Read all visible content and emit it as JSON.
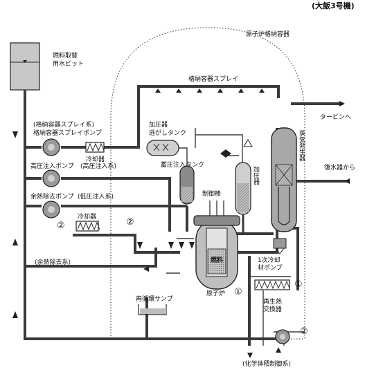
{
  "plant": {
    "title": "(大飯3号機)"
  },
  "containment": {
    "label": "原子炉格納容器",
    "spray": "格納容器スプレイ"
  },
  "fuel_pool": {
    "line1": "燃料取替",
    "line2": "用水ピット"
  },
  "csp": {
    "line1": "(格納容器スプレイ系)",
    "line2": "格納容器スプレイポンプ",
    "cooler": "冷却器"
  },
  "hpi": {
    "pump": "高圧注入ポンプ",
    "system": "(高圧注入系)"
  },
  "rhr": {
    "pump": "余熱除去ポンプ",
    "system": "(低圧注入系)",
    "cooler": "冷却器",
    "loop": "(余熱除去系)"
  },
  "pzr_tank": {
    "line1": "加圧器",
    "line2": "逃がしタンク"
  },
  "accum": {
    "label": "蓄圧注入タンク"
  },
  "pressurizer": {
    "label": "加圧器"
  },
  "control_rod": {
    "label": "制御棒"
  },
  "reactor": {
    "fuel": "燃料",
    "vessel": "原子炉"
  },
  "sg": {
    "label": "蒸気発生器"
  },
  "turbine": {
    "label": "タービンへ"
  },
  "feedwater": {
    "label": "復水器から"
  },
  "rcp": {
    "line1": "1次冷却",
    "line2": "材ポンプ"
  },
  "regen_hx": {
    "line1": "再生熱",
    "line2": "交換器"
  },
  "sump": {
    "label": "再循環サンプ"
  },
  "cvcs": {
    "label": "(化学体積制御系)"
  },
  "markers": {
    "one": "①",
    "two": "②"
  }
}
